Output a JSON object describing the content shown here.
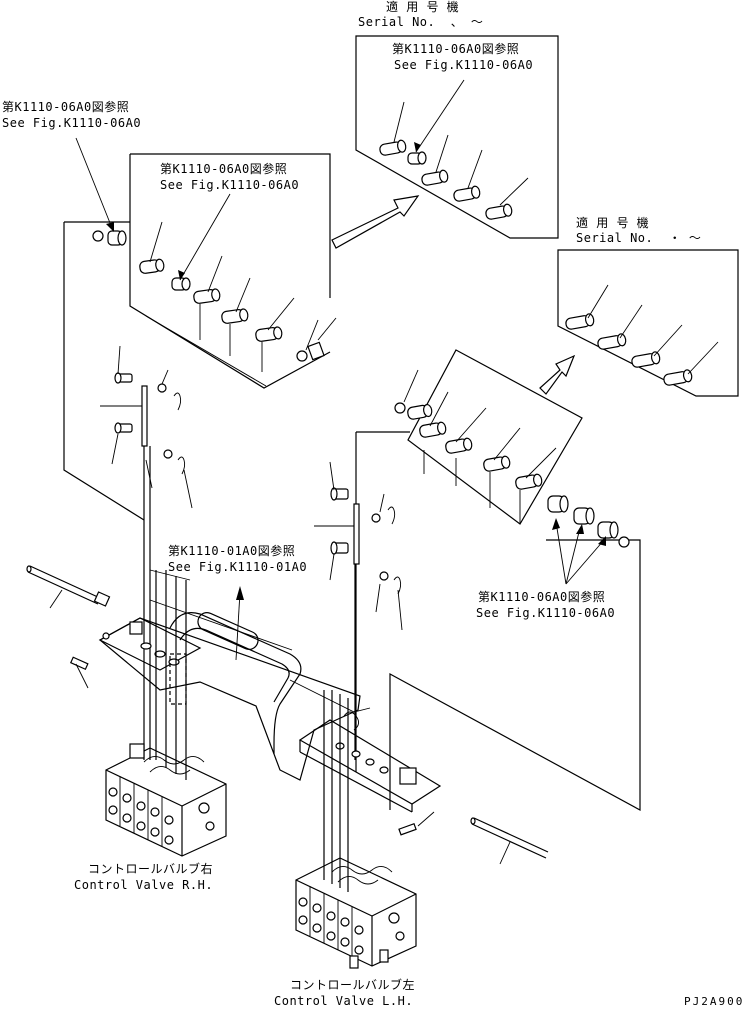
{
  "serial_top": {
    "jp": "適 用 号 機",
    "en": "Serial No.  、 ～"
  },
  "serial_right": {
    "jp": "適 用 号 機",
    "en": "Serial No.  ・ ～"
  },
  "ref_top_box": {
    "jp": "第K1110-06A0図参照",
    "en": "See Fig.K1110-06A0"
  },
  "ref_left": {
    "jp": "第K1110-06A0図参照",
    "en": "See Fig.K1110-06A0"
  },
  "ref_mid_box": {
    "jp": "第K1110-06A0図参照",
    "en": "See Fig.K1110-06A0"
  },
  "ref_frame": {
    "jp": "第K1110-01A0図参照",
    "en": "See Fig.K1110-01A0"
  },
  "ref_right": {
    "jp": "第K1110-06A0図参照",
    "en": "See Fig.K1110-06A0"
  },
  "valve_rh": {
    "jp": "コントロールバルブ右",
    "en": "Control Valve R.H."
  },
  "valve_lh": {
    "jp": "コントロールバルブ左",
    "en": "Control Valve L.H."
  },
  "drawing_code": "PJ2A900"
}
